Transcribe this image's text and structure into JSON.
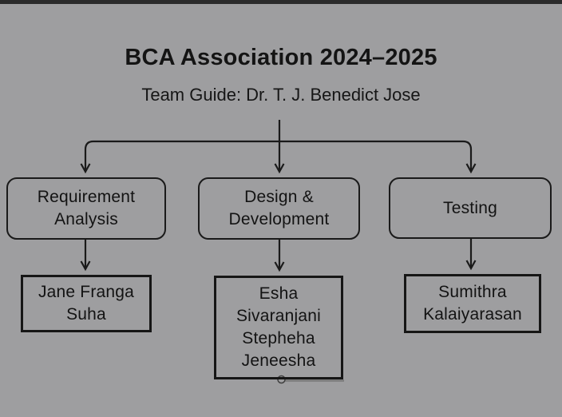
{
  "header": {
    "title": "BCA Association 2024–2025",
    "subtitle": "Team Guide: Dr. T. J. Benedict Jose"
  },
  "diagram": {
    "columns": [
      {
        "phase": {
          "label": "Requirement\nAnalysis"
        },
        "members": {
          "label": "Jane Franga\nSuha"
        }
      },
      {
        "phase": {
          "label": "Design &\nDevelopment"
        },
        "members": {
          "label": "Esha\nSivaranjani\nStepheha\nJeneesha"
        }
      },
      {
        "phase": {
          "label": "Testing"
        },
        "members": {
          "label": "Sumithra\nKalaiyarasan"
        }
      }
    ],
    "selection_handle": "resize-handle-bottom-center-of-design-members-box"
  },
  "colors": {
    "background": "#9e9ea0",
    "top_strip": "#2b2b2b",
    "line": "#1a1a1a",
    "text": "#141414",
    "handle_shadow": "#7a7a7a"
  }
}
